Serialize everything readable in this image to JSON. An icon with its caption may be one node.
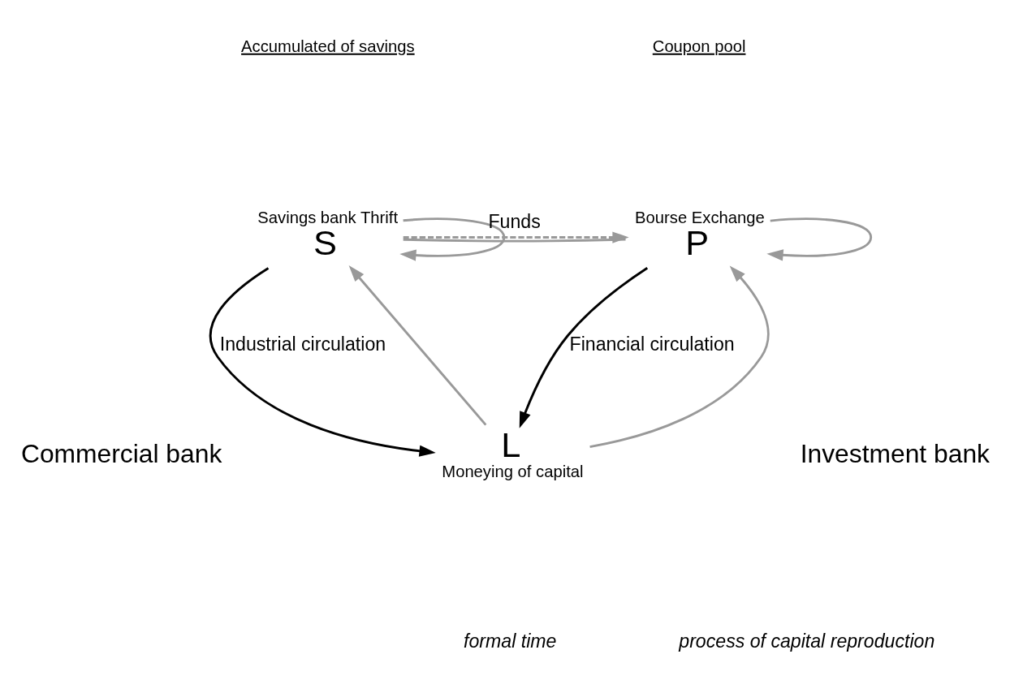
{
  "diagram": {
    "nodes": [
      {
        "text": [
          "S"
        ],
        "beside": [
          "Savings bank Thrift"
        ]
      },
      {
        "text": [
          "P"
        ],
        "beside": [
          "Bourse Exchange"
        ]
      },
      {
        "text": [
          "L"
        ],
        "beside": [
          "Moneying of capital"
        ]
      }
    ],
    "edges": [
      {
        "from": 0,
        "to": 1,
        "arrow": "none"
      },
      {
        "from": 0,
        "to": 1,
        "arrow": "to",
        "style": "dashed",
        "label": "Funds"
      },
      {
        "from": 0,
        "to": 0,
        "arrow": "to"
      },
      {
        "from": 1,
        "to": 1,
        "arrow": "to"
      },
      {
        "from": 2,
        "to": 0,
        "arrow": "to"
      },
      {
        "from": 2,
        "to": 1,
        "arrow": "to"
      },
      {
        "from": 0,
        "to": 2,
        "arrow": "to",
        "label": "Industrial circulation",
        "color": "#000000"
      },
      {
        "from": 1,
        "to": 2,
        "arrow": "to",
        "label": "Financial circulation",
        "color": "#000000"
      }
    ],
    "labels": [
      "Accumulated of savings",
      "Coupon pool",
      "Commercial bank",
      "Investment bank",
      "process of capital reproduction",
      "formal time"
    ]
  }
}
